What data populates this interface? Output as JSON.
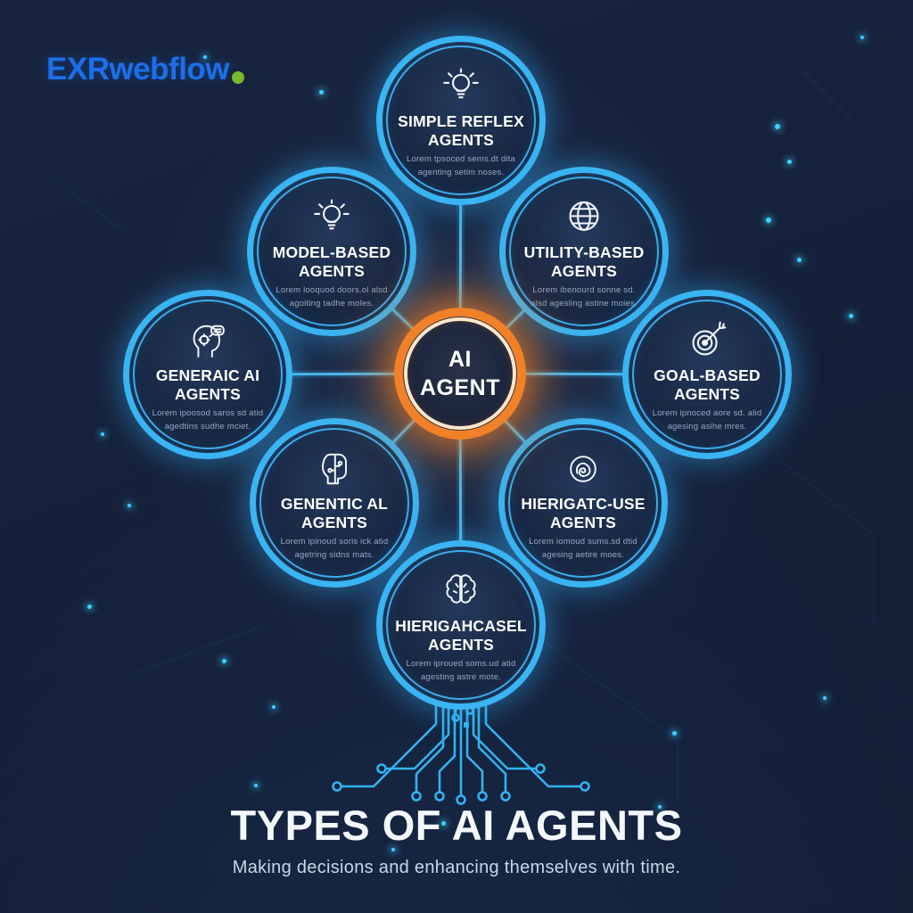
{
  "logo": {
    "text": "EXRwebflow",
    "text_color": "#1c6fe9",
    "dot_color": "#7cb82e"
  },
  "center": {
    "line1": "AI",
    "line2": "AGENT",
    "ring_color": "#f08128"
  },
  "nodes": [
    {
      "id": "simple-reflex-agents",
      "icon": "lightbulb-icon",
      "line1": "SIMPLE REFLEX",
      "line2": "AGENTS",
      "desc": "Lorem tpsoced sems.dt dita agenting setim noses."
    },
    {
      "id": "model-based-agents",
      "icon": "lightbulb-icon",
      "line1": "MODEL-BASED",
      "line2": "AGENTS",
      "desc": "Lorem looquod doors.ol alsd agoiting tadhe moles."
    },
    {
      "id": "utility-based-agents",
      "icon": "globe-icon",
      "line1": "UTILITY-BASED",
      "line2": "AGENTS",
      "desc": "Lorem ibenourd sonne sd. alsd agesling astine moies."
    },
    {
      "id": "generaic-ai-agents",
      "icon": "head-gear-icon",
      "line1": "GENERAIC AI",
      "line2": "AGENTS",
      "desc": "Lorem ipoosod saros sd atid agedtins sudhe mciet."
    },
    {
      "id": "goal-based-agents",
      "icon": "target-icon",
      "line1": "GOAL-BASED",
      "line2": "AGENTS",
      "desc": "Lorem ipnoced aore sd. alid agesing asihe mres."
    },
    {
      "id": "genentic-al-agents",
      "icon": "circuit-head-icon",
      "line1": "GENENTIC AL",
      "line2": "AGENTS",
      "desc": "Lorem ipinoud soris ick atid agetring sidns mats."
    },
    {
      "id": "hierigatc-use-agents",
      "icon": "knot-brain-icon",
      "line1": "HIERIGATC-USE",
      "line2": "AGENTS",
      "desc": "Lorem iomoud sums.sd dtid agesing aetire moes."
    },
    {
      "id": "hierigahcasel-agents",
      "icon": "brain-icon",
      "line1": "HIERIGAHCASEL",
      "line2": "AGENTS",
      "desc": "Lorem iproued soms.ud atid agesting astre mote."
    }
  ],
  "footer": {
    "title": "TYPES OF AI AGENTS",
    "subtitle": "Making decisions and enhancing themselves with time."
  },
  "colors": {
    "background": "#15213a",
    "node_ring": "#3ab4f2",
    "center_ring": "#f08128",
    "spoke": "#3fb4ee",
    "muted_text": "#96a9c4"
  }
}
